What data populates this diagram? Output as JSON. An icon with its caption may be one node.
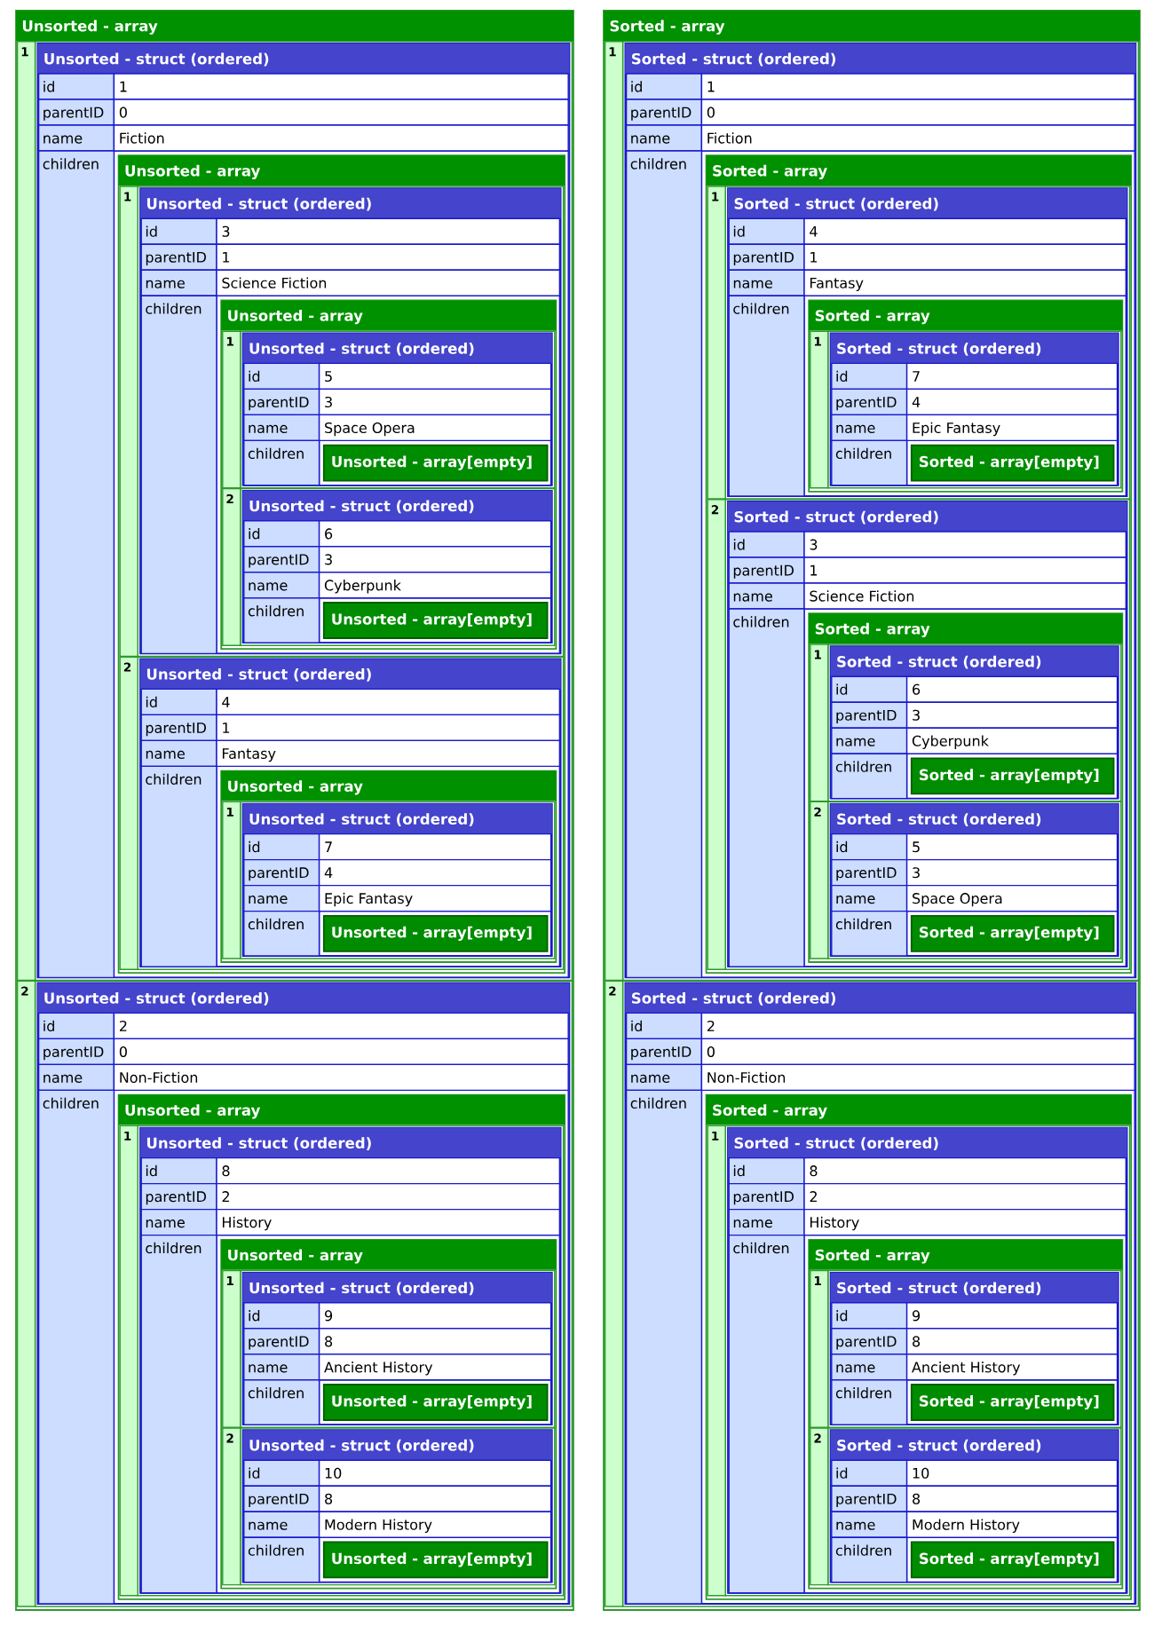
{
  "diagram": {
    "nodes": [
      {
        "text": [
          "Unsorted - array",
          "1",
          "2"
        ]
      },
      {
        "text": [
          "Unsorted - struct (ordered)",
          "id",
          "1",
          "parentID",
          "0",
          "name",
          "Fiction",
          "children"
        ],
        "in": 0
      },
      {
        "text": [
          "Unsorted - array",
          "1",
          "2"
        ],
        "in": 1
      },
      {
        "text": [
          "Unsorted - struct (ordered)",
          "id",
          "3",
          "parentID",
          "1",
          "name",
          "Science Fiction",
          "children"
        ],
        "in": 2
      },
      {
        "text": [
          "Unsorted - array",
          "1",
          "2"
        ],
        "in": 3
      },
      {
        "text": [
          "Unsorted - struct (ordered)",
          "id",
          "5",
          "parentID",
          "3",
          "name",
          "Space Opera",
          "children"
        ],
        "in": 4
      },
      {
        "text": [
          "Unsorted - array[empty]"
        ],
        "in": 5
      },
      {
        "text": [
          "Unsorted - struct (ordered)",
          "id",
          "6",
          "parentID",
          "3",
          "name",
          "Cyberpunk",
          "children"
        ],
        "in": 4
      },
      {
        "text": [
          "Unsorted - array[empty]"
        ],
        "in": 7
      },
      {
        "text": [
          "Unsorted - struct (ordered)",
          "id",
          "4",
          "parentID",
          "1",
          "name",
          "Fantasy",
          "children"
        ],
        "in": 2
      },
      {
        "text": [
          "Unsorted - array",
          "1"
        ],
        "in": 9
      },
      {
        "text": [
          "Unsorted - struct (ordered)",
          "id",
          "7",
          "parentID",
          "4",
          "name",
          "Epic Fantasy",
          "children"
        ],
        "in": 10
      },
      {
        "text": [
          "Unsorted - array[empty]"
        ],
        "in": 11
      },
      {
        "text": [
          "Unsorted - struct (ordered)",
          "id",
          "2",
          "parentID",
          "0",
          "name",
          "Non-Fiction",
          "children"
        ],
        "in": 0
      },
      {
        "text": [
          "Unsorted - array",
          "1"
        ],
        "in": 13
      },
      {
        "text": [
          "Unsorted - struct (ordered)",
          "id",
          "8",
          "parentID",
          "2",
          "name",
          "History",
          "children"
        ],
        "in": 14
      },
      {
        "text": [
          "Unsorted - array",
          "1",
          "2"
        ],
        "in": 15
      },
      {
        "text": [
          "Unsorted - struct (ordered)",
          "id",
          "9",
          "parentID",
          "8",
          "name",
          "Ancient History",
          "children"
        ],
        "in": 16
      },
      {
        "text": [
          "Unsorted - array[empty]"
        ],
        "in": 17
      },
      {
        "text": [
          "Unsorted - struct (ordered)",
          "id",
          "10",
          "parentID",
          "8",
          "name",
          "Modern History",
          "children"
        ],
        "in": 16
      },
      {
        "text": [
          "Unsorted - array[empty]"
        ],
        "in": 19
      },
      {
        "text": [
          "Sorted - array",
          "1",
          "2"
        ]
      },
      {
        "text": [
          "Sorted - struct (ordered)",
          "id",
          "1",
          "parentID",
          "0",
          "name",
          "Fiction",
          "children"
        ],
        "in": 21
      },
      {
        "text": [
          "Sorted - array",
          "1",
          "2"
        ],
        "in": 22
      },
      {
        "text": [
          "Sorted - struct (ordered)",
          "id",
          "4",
          "parentID",
          "1",
          "name",
          "Fantasy",
          "children"
        ],
        "in": 23
      },
      {
        "text": [
          "Sorted - array",
          "1"
        ],
        "in": 24
      },
      {
        "text": [
          "Sorted - struct (ordered)",
          "id",
          "7",
          "parentID",
          "4",
          "name",
          "Epic Fantasy",
          "children"
        ],
        "in": 25
      },
      {
        "text": [
          "Sorted - array[empty]"
        ],
        "in": 26
      },
      {
        "text": [
          "Sorted - struct (ordered)",
          "id",
          "3",
          "parentID",
          "1",
          "name",
          "Science Fiction",
          "children"
        ],
        "in": 23
      },
      {
        "text": [
          "Sorted - array",
          "1",
          "2"
        ],
        "in": 28
      },
      {
        "text": [
          "Sorted - struct (ordered)",
          "id",
          "6",
          "parentID",
          "3",
          "name",
          "Cyberpunk",
          "children"
        ],
        "in": 29
      },
      {
        "text": [
          "Sorted - array[empty]"
        ],
        "in": 30
      },
      {
        "text": [
          "Sorted - struct (ordered)",
          "id",
          "5",
          "parentID",
          "3",
          "name",
          "Space Opera",
          "children"
        ],
        "in": 29
      },
      {
        "text": [
          "Sorted - array[empty]"
        ],
        "in": 32
      },
      {
        "text": [
          "Sorted - struct (ordered)",
          "id",
          "2",
          "parentID",
          "0",
          "name",
          "Non-Fiction",
          "children"
        ],
        "in": 21
      },
      {
        "text": [
          "Sorted - array",
          "1"
        ],
        "in": 34
      },
      {
        "text": [
          "Sorted - struct (ordered)",
          "id",
          "8",
          "parentID",
          "2",
          "name",
          "History",
          "children"
        ],
        "in": 35
      },
      {
        "text": [
          "Sorted - array",
          "1",
          "2"
        ],
        "in": 36
      },
      {
        "text": [
          "Sorted - struct (ordered)",
          "id",
          "9",
          "parentID",
          "8",
          "name",
          "Ancient History",
          "children"
        ],
        "in": 37
      },
      {
        "text": [
          "Sorted - array[empty]"
        ],
        "in": 38
      },
      {
        "text": [
          "Sorted - struct (ordered)",
          "id",
          "10",
          "parentID",
          "8",
          "name",
          "Modern History",
          "children"
        ],
        "in": 37
      },
      {
        "text": [
          "Sorted - array[empty]"
        ],
        "in": 40
      }
    ]
  }
}
